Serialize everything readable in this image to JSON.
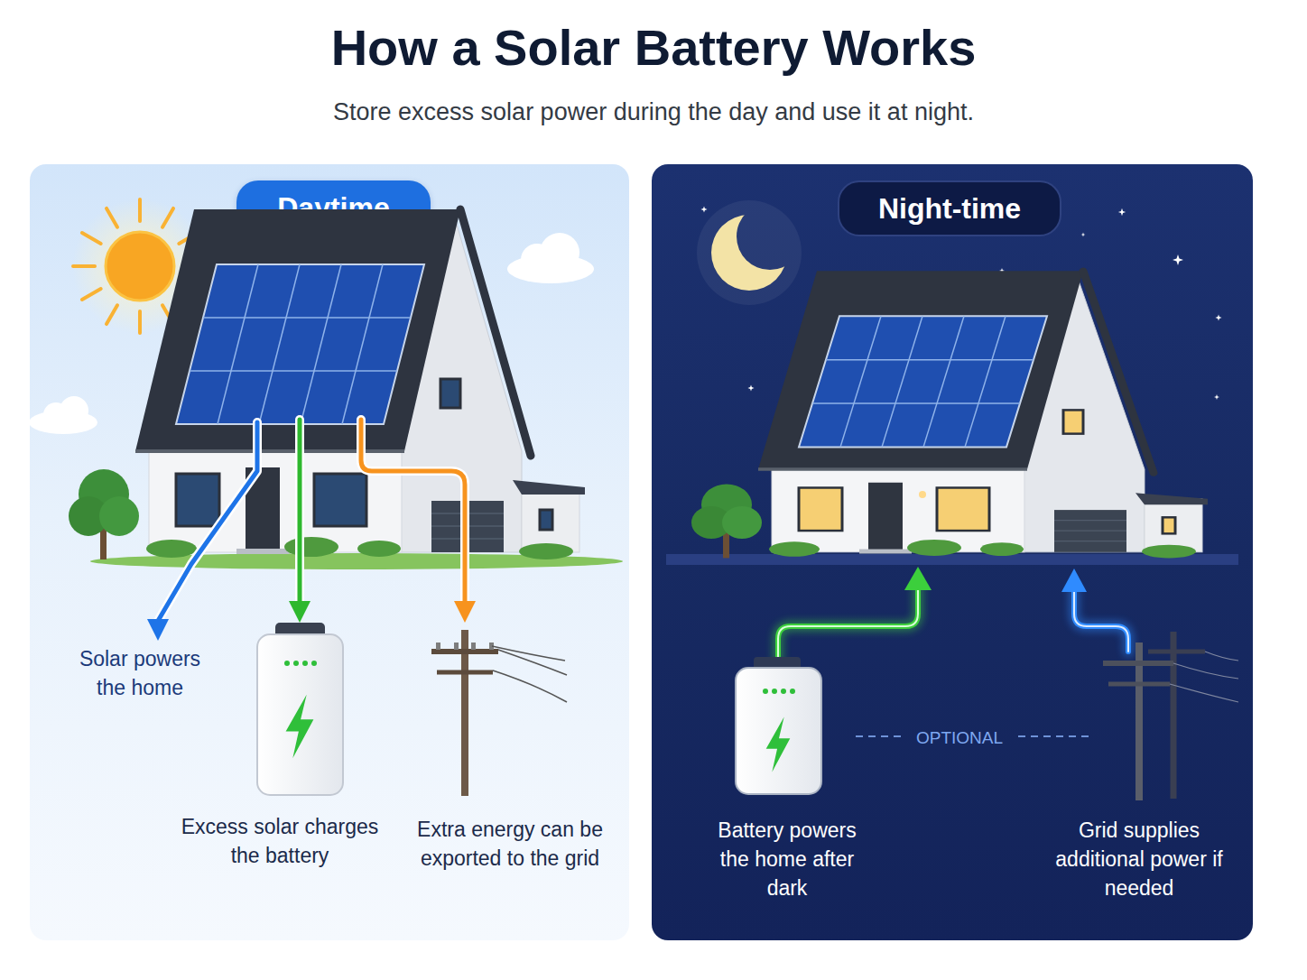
{
  "diagram": {
    "title": "How a Solar Battery Works",
    "caption": "Store excess solar power during the day and use it at night.",
    "nodes": [
      {
        "text": [
          "Daytime"
        ]
      },
      {
        "text": [
          "Excess solar charges the battery"
        ],
        "in": 0
      },
      {
        "text": [
          "Extra energy can be exported to the grid"
        ],
        "in": 0
      },
      {
        "text": [
          "Night-time"
        ]
      },
      {
        "text": [
          "Battery powers the home after dark"
        ],
        "in": 3
      },
      {
        "text": [
          "Grid supplies additional power if needed"
        ],
        "in": 3
      }
    ],
    "labels": [
      "Solar powers the home",
      "OPTIONAL"
    ]
  }
}
